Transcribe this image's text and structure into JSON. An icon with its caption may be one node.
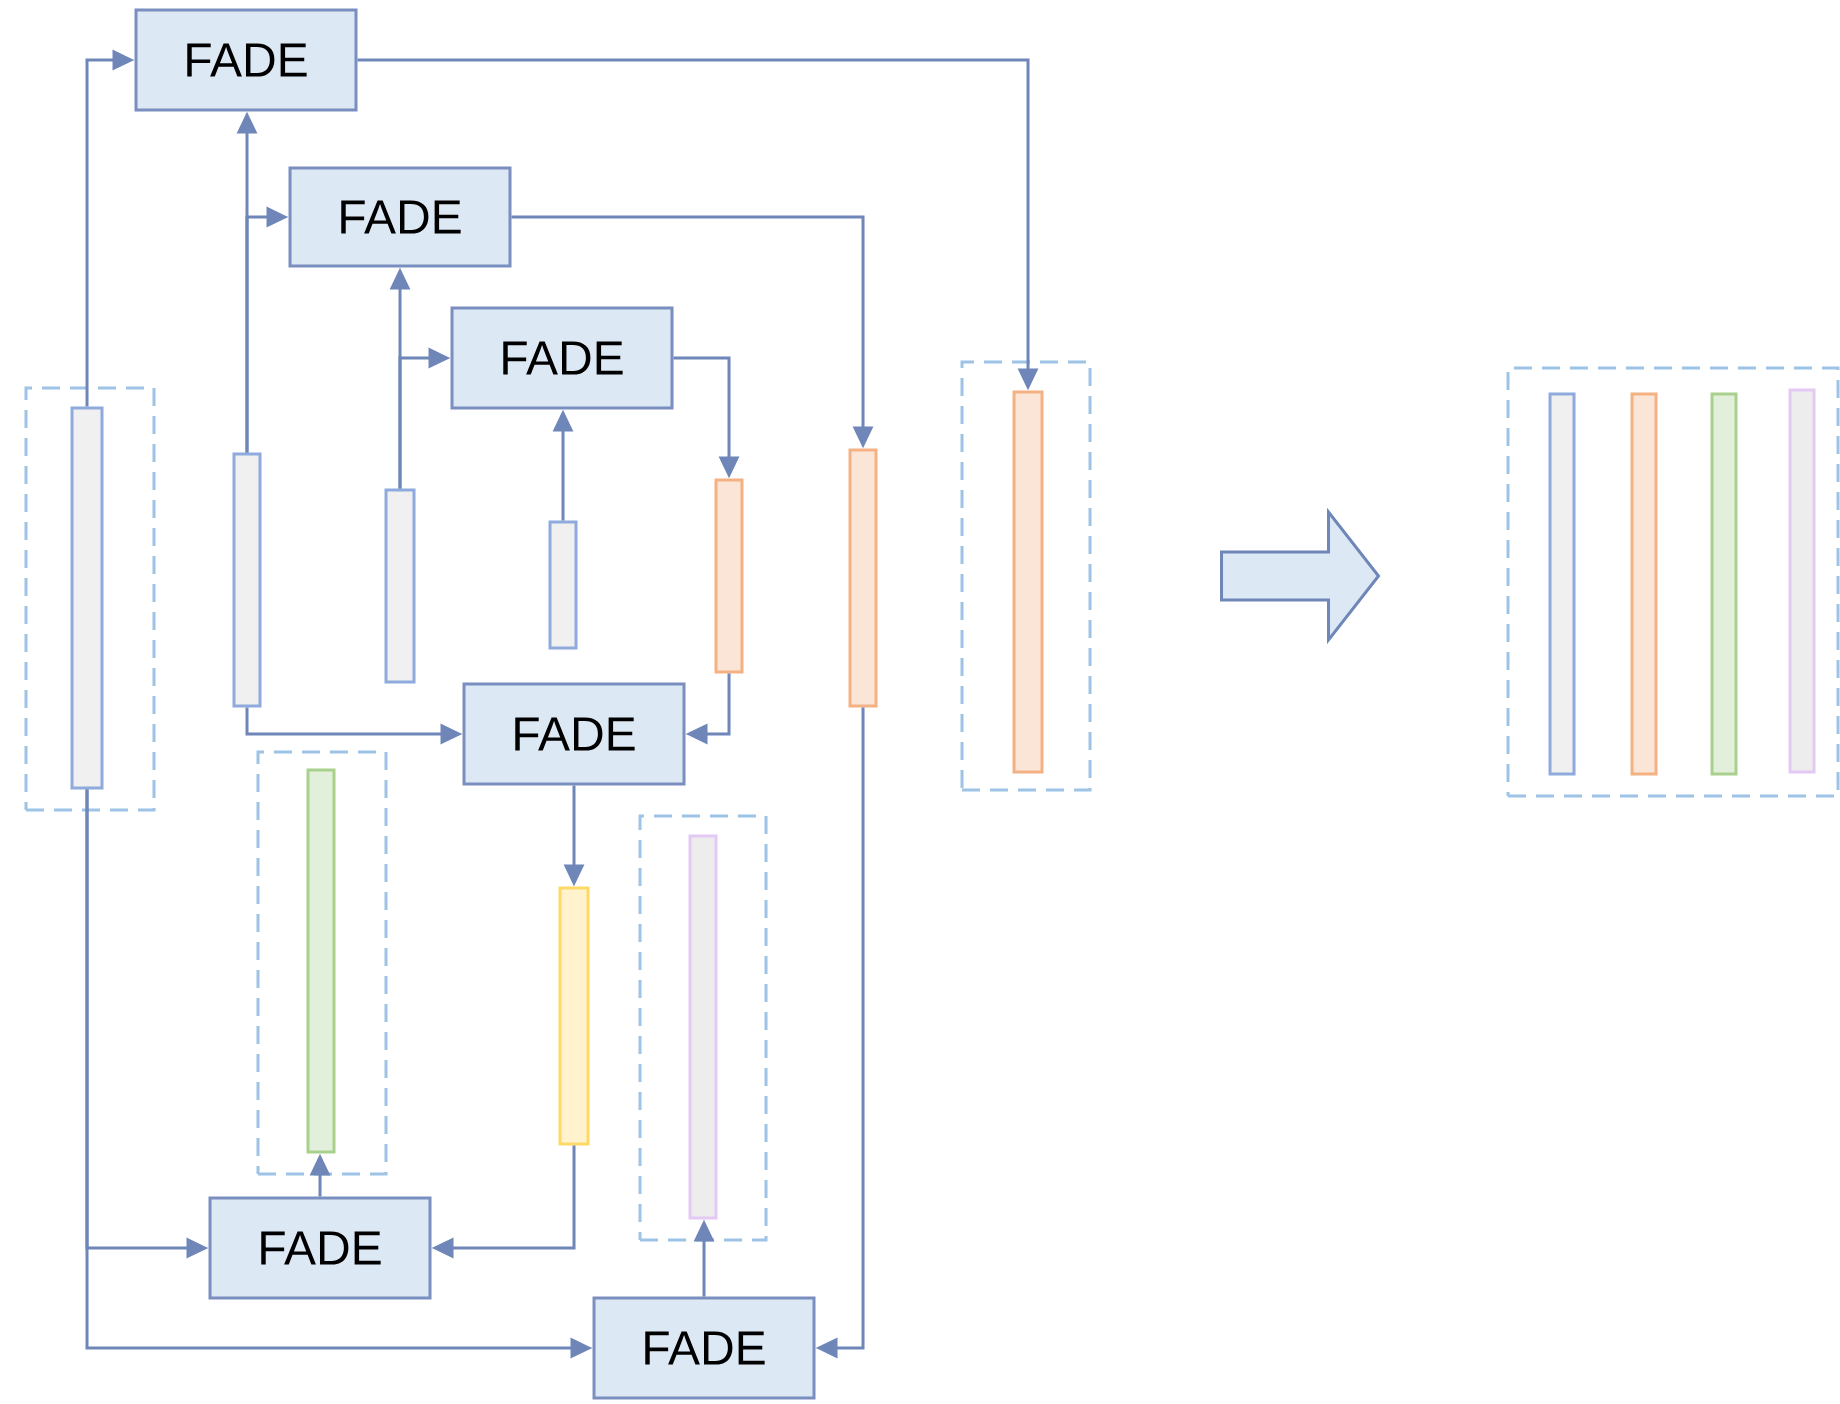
{
  "diagram": {
    "nodes": [
      {
        "text": [
          "FADE"
        ]
      },
      {
        "text": [
          "FADE"
        ]
      },
      {
        "text": [
          "FADE"
        ]
      },
      {
        "text": [
          "FADE"
        ]
      },
      {
        "text": [
          "FADE"
        ]
      },
      {
        "text": [
          "FADE"
        ]
      },
      {
        "text": [],
        "shape": "box"
      },
      {
        "text": [],
        "shape": "bar",
        "in": 6
      },
      {
        "text": [],
        "shape": "bar"
      },
      {
        "text": [],
        "shape": "bar"
      },
      {
        "text": [],
        "shape": "bar"
      },
      {
        "text": [],
        "shape": "bar"
      },
      {
        "text": [],
        "shape": "bar"
      },
      {
        "text": [],
        "shape": "box"
      },
      {
        "text": [],
        "shape": "bar",
        "in": 13
      },
      {
        "text": [],
        "shape": "box"
      },
      {
        "text": [],
        "shape": "bar",
        "in": 15
      },
      {
        "text": [],
        "shape": "bar"
      },
      {
        "text": [],
        "shape": "box"
      },
      {
        "text": [],
        "shape": "bar",
        "in": 18
      },
      {
        "text": [],
        "shape": "box"
      },
      {
        "text": [],
        "shape": "bar",
        "in": 20
      },
      {
        "text": [],
        "shape": "bar",
        "in": 20
      },
      {
        "text": [],
        "shape": "bar",
        "in": 20
      },
      {
        "text": [],
        "shape": "bar",
        "in": 20
      }
    ],
    "edges": [
      {
        "from": 7,
        "to": 0,
        "arrow": "to"
      },
      {
        "from": 8,
        "to": 0,
        "arrow": "to"
      },
      {
        "from": 8,
        "to": 1,
        "arrow": "to"
      },
      {
        "from": 9,
        "to": 1,
        "arrow": "to"
      },
      {
        "from": 9,
        "to": 2,
        "arrow": "to"
      },
      {
        "from": 10,
        "to": 2,
        "arrow": "to"
      },
      {
        "from": 2,
        "to": 11,
        "arrow": "to"
      },
      {
        "from": 1,
        "to": 12,
        "arrow": "to"
      },
      {
        "from": 0,
        "to": 14,
        "arrow": "to"
      },
      {
        "from": 8,
        "to": 3,
        "arrow": "to"
      },
      {
        "from": 11,
        "to": 3,
        "arrow": "to"
      },
      {
        "from": 3,
        "to": 17,
        "arrow": "to"
      },
      {
        "from": 17,
        "to": 4,
        "arrow": "to"
      },
      {
        "from": 7,
        "to": 4,
        "arrow": "to"
      },
      {
        "from": 7,
        "to": 5,
        "arrow": "to"
      },
      {
        "from": 4,
        "to": 16,
        "arrow": "to"
      },
      {
        "from": 5,
        "to": 19,
        "arrow": "to"
      },
      {
        "from": 12,
        "to": 5,
        "arrow": "to"
      },
      {
        "from": 13,
        "to": 20,
        "arrow": "to",
        "style": "thick"
      }
    ]
  }
}
